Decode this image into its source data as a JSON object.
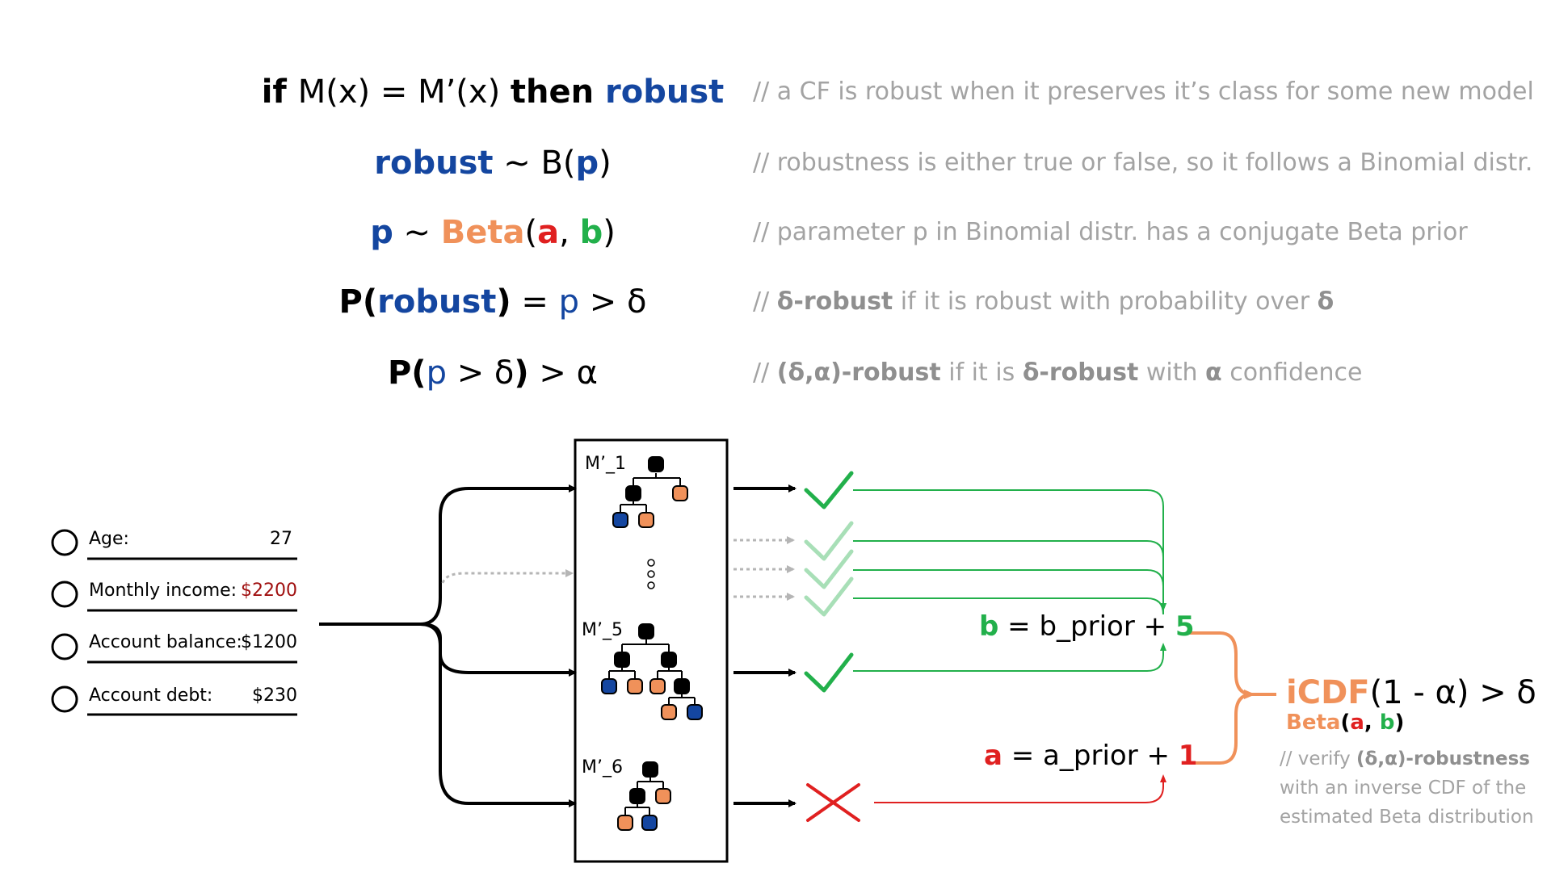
{
  "equations": [
    {
      "parts": [
        {
          "text": "if ",
          "style": "b"
        },
        {
          "text": "M(x) = M’(x) ",
          "style": ""
        },
        {
          "text": "then ",
          "style": "b"
        },
        {
          "text": "robust",
          "style": "b blue"
        }
      ],
      "comment": [
        {
          "text": "// a CF is robust when it preserves it’s class for some new model",
          "style": ""
        }
      ]
    },
    {
      "parts": [
        {
          "text": "robust",
          "style": "b blue"
        },
        {
          "text": " ~ B(",
          "style": ""
        },
        {
          "text": "p",
          "style": "b blue"
        },
        {
          "text": ")",
          "style": ""
        }
      ],
      "comment": [
        {
          "text": "// robustness is either true or false, so it follows a Binomial distr.",
          "style": ""
        }
      ]
    },
    {
      "parts": [
        {
          "text": "p",
          "style": "b blue"
        },
        {
          "text": " ~ ",
          "style": ""
        },
        {
          "text": "Beta",
          "style": "b orange"
        },
        {
          "text": "(",
          "style": ""
        },
        {
          "text": "a",
          "style": "b red"
        },
        {
          "text": ", ",
          "style": ""
        },
        {
          "text": "b",
          "style": "b green"
        },
        {
          "text": ")",
          "style": ""
        }
      ],
      "comment": [
        {
          "text": "// parameter p in Binomial distr. has a conjugate Beta prior",
          "style": ""
        }
      ]
    },
    {
      "parts": [
        {
          "text": "P(",
          "style": "b"
        },
        {
          "text": "robust",
          "style": "b blue"
        },
        {
          "text": ")",
          "style": "b"
        },
        {
          "text": " = ",
          "style": ""
        },
        {
          "text": "p",
          "style": "blue"
        },
        {
          "text": " > δ",
          "style": ""
        }
      ],
      "comment": [
        {
          "text": "// ",
          "style": ""
        },
        {
          "text": "δ-robust",
          "style": "b"
        },
        {
          "text": " if it is robust with probability over ",
          "style": ""
        },
        {
          "text": "δ",
          "style": "b"
        }
      ]
    },
    {
      "parts": [
        {
          "text": "P(",
          "style": "b"
        },
        {
          "text": "p",
          "style": "blue"
        },
        {
          "text": " > δ",
          "style": ""
        },
        {
          "text": ")",
          "style": "b"
        },
        {
          "text": " > α",
          "style": ""
        }
      ],
      "comment": [
        {
          "text": "// ",
          "style": ""
        },
        {
          "text": "(δ,α)-robust",
          "style": "b"
        },
        {
          "text": " if it is  ",
          "style": ""
        },
        {
          "text": "δ-robust",
          "style": "b"
        },
        {
          "text": " with ",
          "style": ""
        },
        {
          "text": "α",
          "style": "b"
        },
        {
          "text": " confidence",
          "style": ""
        }
      ]
    }
  ],
  "features": [
    {
      "label": "Age:",
      "value": "27",
      "value_color": "#000000"
    },
    {
      "label": "Monthly income:",
      "value": "$2200",
      "value_color": "#a01010"
    },
    {
      "label": "Account balance:",
      "value": "$1200",
      "value_color": "#000000"
    },
    {
      "label": "Account debt:",
      "value": "$230",
      "value_color": "#000000"
    }
  ],
  "models": [
    {
      "label": "M’_1"
    },
    {
      "label": "M’_5"
    },
    {
      "label": "M’_6"
    }
  ],
  "outcomes": {
    "check_icon": "check-mark-icon",
    "cross_icon": "cross-mark-icon"
  },
  "update_b": {
    "var": "b",
    "rest": " = b_prior + ",
    "count": "5"
  },
  "update_a": {
    "var": "a",
    "rest": " = a_prior + ",
    "count": "1"
  },
  "icdf": {
    "name": "iCDF",
    "expr": "(1 - α) > δ",
    "sub_beta": "Beta",
    "sub_open": "(",
    "sub_a": "a",
    "sub_comma": ", ",
    "sub_b": "b",
    "sub_close": ")"
  },
  "note": [
    {
      "text": "// verify ",
      "style": ""
    },
    {
      "text": "(δ,α)-robustness",
      "style": "b"
    },
    {
      "text": " with an inverse CDF of the estimated Beta distribution",
      "style": ""
    }
  ],
  "colors": {
    "blue": "#1446a0",
    "orange": "#f0915a",
    "red": "#e02020",
    "green": "#22b04b",
    "light_green": "#a8dfb7",
    "gray_comment": "#a3a3a3",
    "dark_red": "#a01010"
  }
}
